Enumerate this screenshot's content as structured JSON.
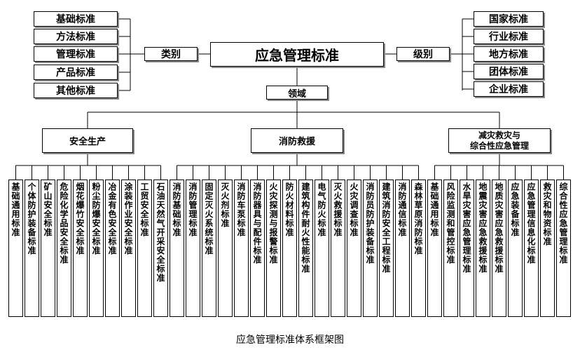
{
  "title": "应急管理标准",
  "caption": "应急管理标准体系框架图",
  "category": {
    "label": "类别",
    "items": [
      "基础标准",
      "方法标准",
      "管理标准",
      "产品标准",
      "其他标准"
    ]
  },
  "level": {
    "label": "级别",
    "items": [
      "国家标准",
      "行业标准",
      "地方标准",
      "团体标准",
      "企业标准"
    ]
  },
  "field": {
    "label": "领域",
    "domains": [
      {
        "name": "安全生产",
        "leaves": [
          "基础通用标准",
          "个体防护装备标准",
          "矿山安全标准",
          "危险化学品安全标准",
          "烟花爆竹安全标准",
          "粉尘防爆安全标准",
          "冶金有色安全标准",
          "涂装作业安全标准",
          "工贸安全标准",
          "石油天然气开采安全标准"
        ]
      },
      {
        "name": "消防救援",
        "leaves": [
          "消防基础标准",
          "消防管理标准",
          "固定灭火系统标准",
          "灭火剂标准",
          "消防车泵标准",
          "消防器具与配件标准",
          "火灾探测与报警标准",
          "防火材料标准",
          "建筑构件耐火性能标准",
          "电气防火标准",
          "灭火救援标准",
          "火灾调查标准",
          "消防员防护装备标准",
          "建筑消防安全工程标准",
          "消防通信标准",
          "森林草原消防标准"
        ]
      },
      {
        "name": "减灾救灾与综合性应急管理",
        "name_line1": "减灾救灾与",
        "name_line2": "综合性应急管理",
        "leaves": [
          "基础通用标准",
          "风险监测和管控标准",
          "水旱灾害应急管理标准",
          "地震灾害应急救援标准",
          "地质灾害应急救援标准",
          "应急装备标准",
          "应急管理信息化标准",
          "救灾和物资标准",
          "综合性应急管理标准"
        ]
      }
    ]
  }
}
